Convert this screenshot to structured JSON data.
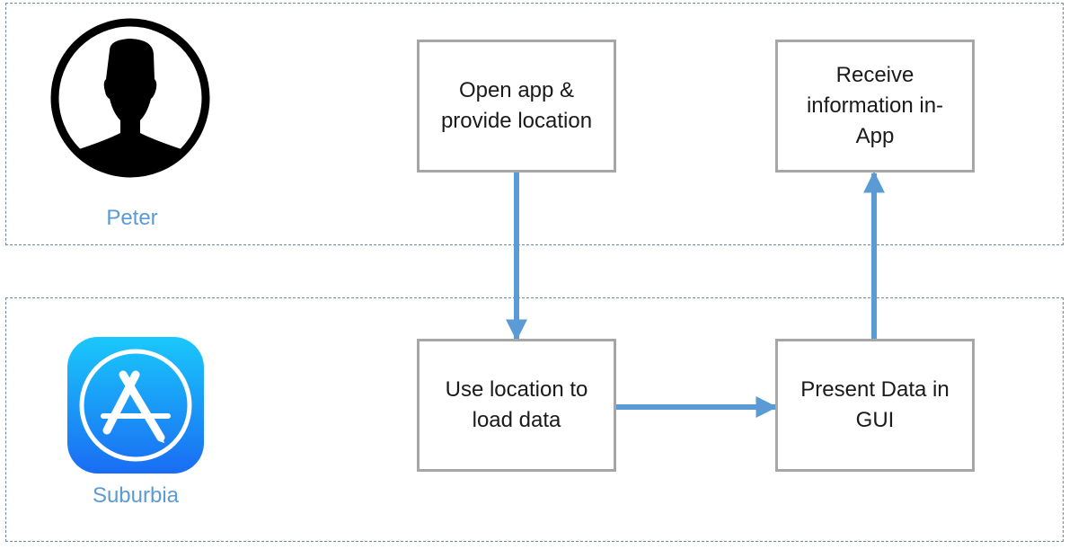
{
  "lanes": {
    "user": {
      "actor": "Peter",
      "icon": "user-silhouette-icon"
    },
    "app": {
      "actor": "Suburbia",
      "icon": "app-store-icon"
    }
  },
  "steps": {
    "open_app": "Open app &\nprovide location",
    "receive_info": "Receive\ninformation in-\nApp",
    "use_location": "Use location to\nload data",
    "present_data": "Present Data in\nGUI"
  },
  "colors": {
    "arrow": "#5b9bd5",
    "box_border": "#a6a6a6",
    "lane_border": "#6a8aa8",
    "actor_label": "#5b9bd5"
  },
  "flow": [
    [
      "open_app",
      "use_location"
    ],
    [
      "use_location",
      "present_data"
    ],
    [
      "present_data",
      "receive_info"
    ]
  ]
}
